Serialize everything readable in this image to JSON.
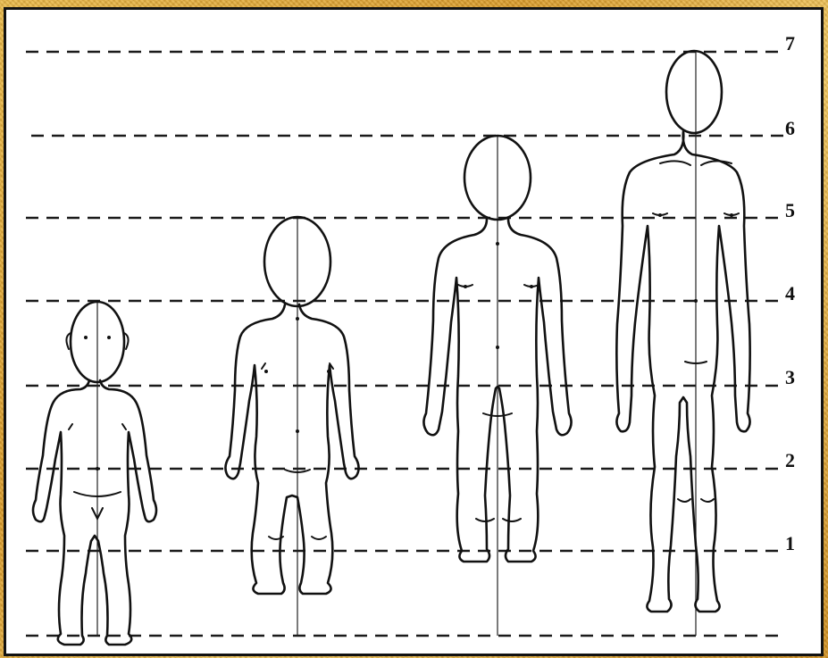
{
  "diagram": {
    "scale_labels": [
      "7",
      "6",
      "5",
      "4",
      "3",
      "2",
      "1"
    ]
  },
  "figures": [
    {
      "id": "toddler",
      "head_units_tall": 4
    },
    {
      "id": "child",
      "head_units_tall": 5
    },
    {
      "id": "adolescent",
      "head_units_tall": 6
    },
    {
      "id": "adult",
      "head_units_tall": 7
    }
  ],
  "colors": {
    "frame": "#e0a83a",
    "panel": "#ffffff",
    "ink": "#111111"
  }
}
